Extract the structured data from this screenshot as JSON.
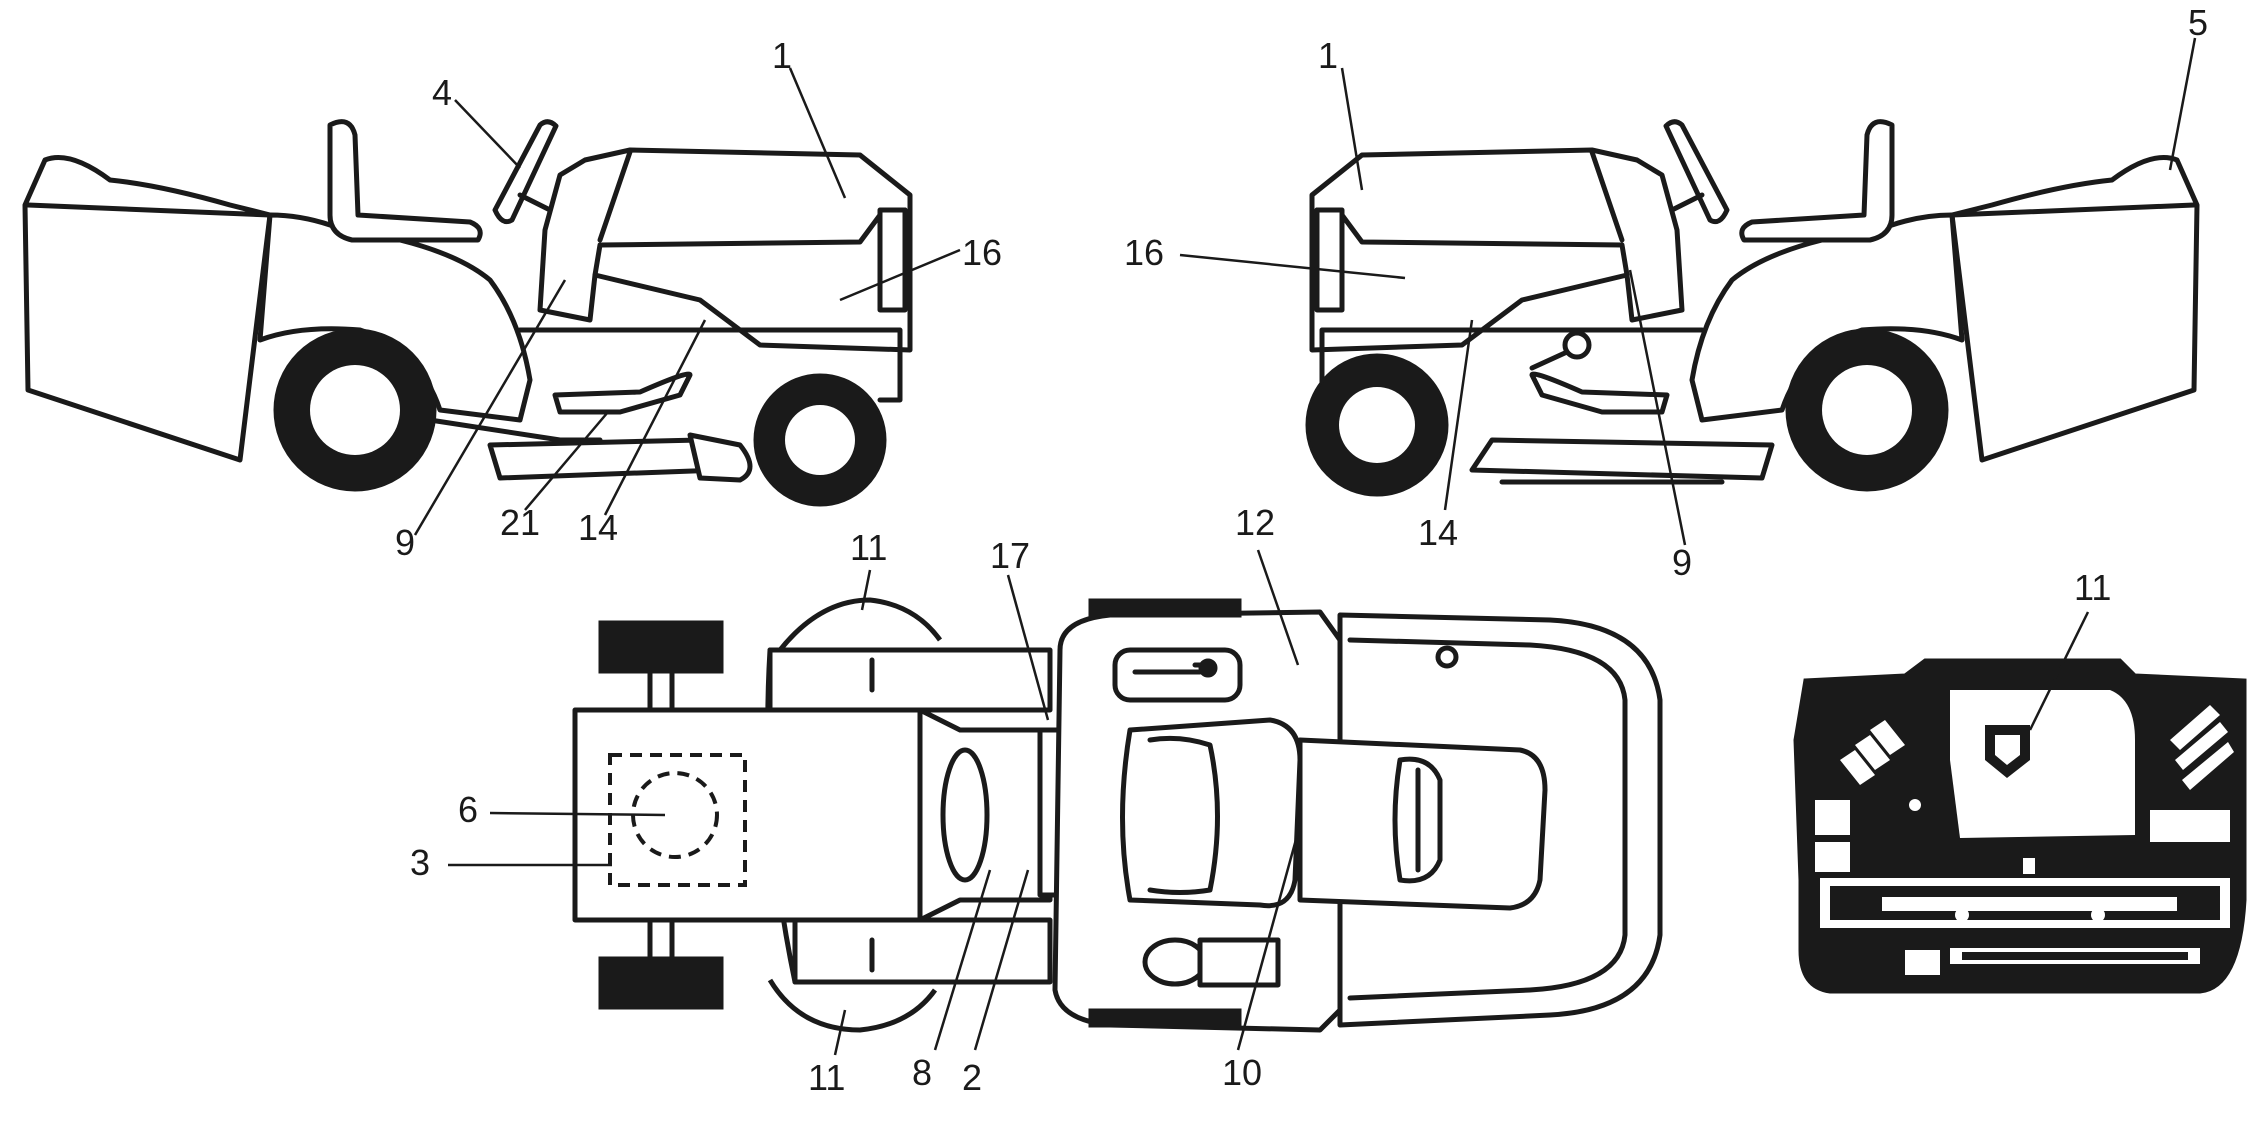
{
  "callouts": {
    "left_1": "1",
    "left_4": "4",
    "left_16": "16",
    "left_9": "9",
    "left_21": "21",
    "left_14": "14",
    "right_1": "1",
    "right_5": "5",
    "right_16": "16",
    "right_14": "14",
    "right_9": "9",
    "top_11a": "11",
    "top_17": "17",
    "top_12": "12",
    "top_6": "6",
    "top_3": "3",
    "top_11b": "11",
    "top_8": "8",
    "top_2": "2",
    "top_10": "10",
    "panel_11": "11"
  },
  "colors": {
    "line": "#1a1a1a",
    "fill": "#ffffff"
  },
  "icons": [
    "lawn-tractor-side-left",
    "lawn-tractor-side-right",
    "lawn-tractor-top-view",
    "rear-fender-panel",
    "warning-decal-icon"
  ]
}
